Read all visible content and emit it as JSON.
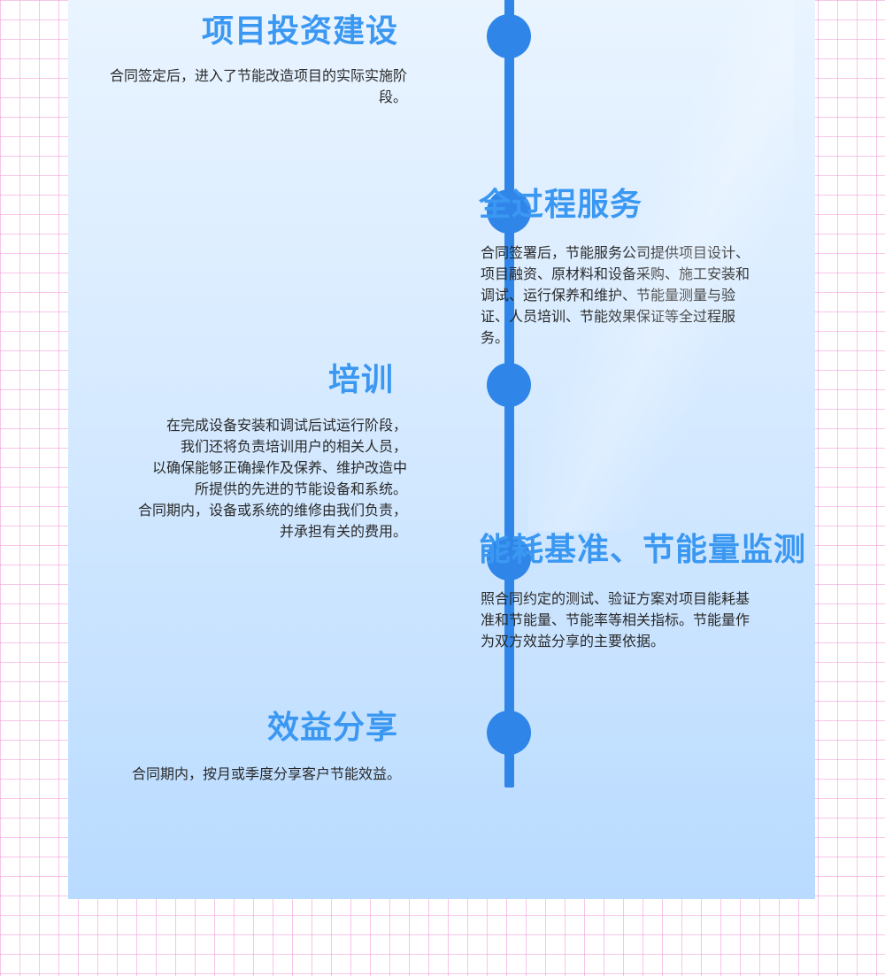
{
  "timeline": {
    "items": [
      {
        "title": "项目投资建设",
        "description": "合同签定后，进入了节能改造项目的实际实施阶段。"
      },
      {
        "title": "全过程服务",
        "description": "合同签署后，节能服务公司提供项目设计、项目融资、原材料和设备采购、施工安装和调试、运行保养和维护、节能量测量与验证、人员培训、节能效果保证等全过程服务。"
      },
      {
        "title": "培训",
        "description_lines": [
          "在完成设备安装和调试后试运行阶段，",
          "我们还将负责培训用户的相关人员，",
          "以确保能够正确操作及保养、维护改造中",
          "所提供的先进的节能设备和系统。",
          "合同期内，设备或系统的维修由我们负责，",
          "并承担有关的费用。"
        ]
      },
      {
        "title": "能耗基准、节能量监测",
        "description": "照合同约定的测试、验证方案对项目能耗基准和节能量、节能率等相关指标。节能量作为双方效益分享的主要依据。"
      },
      {
        "title": "效益分享",
        "description": "合同期内，按月或季度分享客户节能效益。"
      }
    ]
  },
  "colors": {
    "accent": "#2f86e8",
    "title": "#3b98f2",
    "grid": "#f096d7"
  }
}
